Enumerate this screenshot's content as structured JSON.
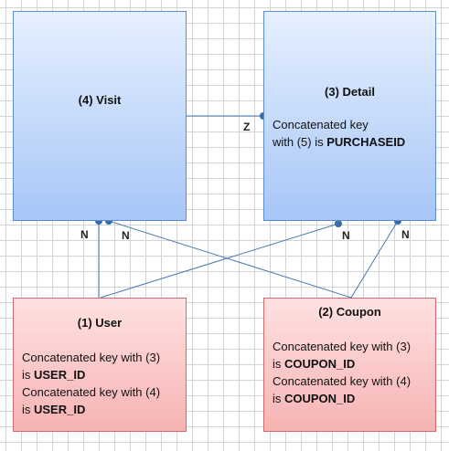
{
  "entities": {
    "visit": {
      "title": "(4) Visit"
    },
    "detail": {
      "title": "(3) Detail",
      "note_line1": "Concatenated key",
      "note_line2_prefix": "with (5) is ",
      "note_line2_key": "PURCHASEID"
    },
    "user": {
      "title": "(1) User",
      "note1_line1": "Concatenated key with (3)",
      "note1_prefix": "is ",
      "note1_key": "USER_ID",
      "note2_line1": "Concatenated key with (4)",
      "note2_prefix": "is ",
      "note2_key": "USER_ID"
    },
    "coupon": {
      "title": "(2) Coupon",
      "note1_line1": "Concatenated key with (3)",
      "note1_prefix": "is ",
      "note1_key": "COUPON_ID",
      "note2_line1": "Concatenated key with (4)",
      "note2_prefix": "is ",
      "note2_key": "COUPON_ID"
    }
  },
  "multiplicities": {
    "visit_detail": "Z",
    "visit_user": "N",
    "visit_coupon": "N",
    "detail_user": "N",
    "detail_coupon": "N"
  },
  "colors": {
    "link": "#4a7ab0",
    "endpoint": "#3a6aa8"
  }
}
